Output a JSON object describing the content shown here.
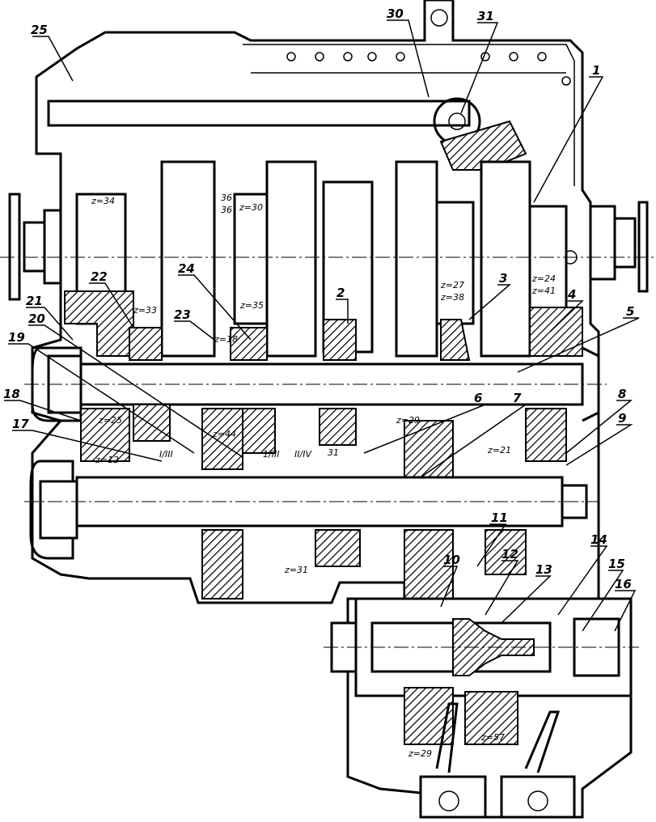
{
  "part_labels": [
    "1",
    "2",
    "3",
    "4",
    "5",
    "6",
    "7",
    "8",
    "9",
    "10",
    "11",
    "12",
    "13",
    "14",
    "15",
    "16",
    "17",
    "18",
    "19",
    "20",
    "21",
    "22",
    "23",
    "24",
    "25",
    "30",
    "31"
  ],
  "gear_labels": {
    "z34": "z=34",
    "z36a": "36",
    "z36b": "36",
    "z30": "z=30",
    "z33": "z=33",
    "z18": "z=18",
    "z35": "z=35",
    "z27": "z=27",
    "z38": "z=38",
    "z24": "z=24",
    "z41": "z=41",
    "z29a": "z=29",
    "z21": "z=21",
    "z25": "z=25",
    "z12": "z=12",
    "z44": "z=44",
    "z31a": "31",
    "z31b": "z=31",
    "z29b": "z=29",
    "z57": "z=57"
  },
  "gear_positions": {
    "g1": "I/III",
    "g2": "1/III",
    "g3": "II/IV"
  }
}
